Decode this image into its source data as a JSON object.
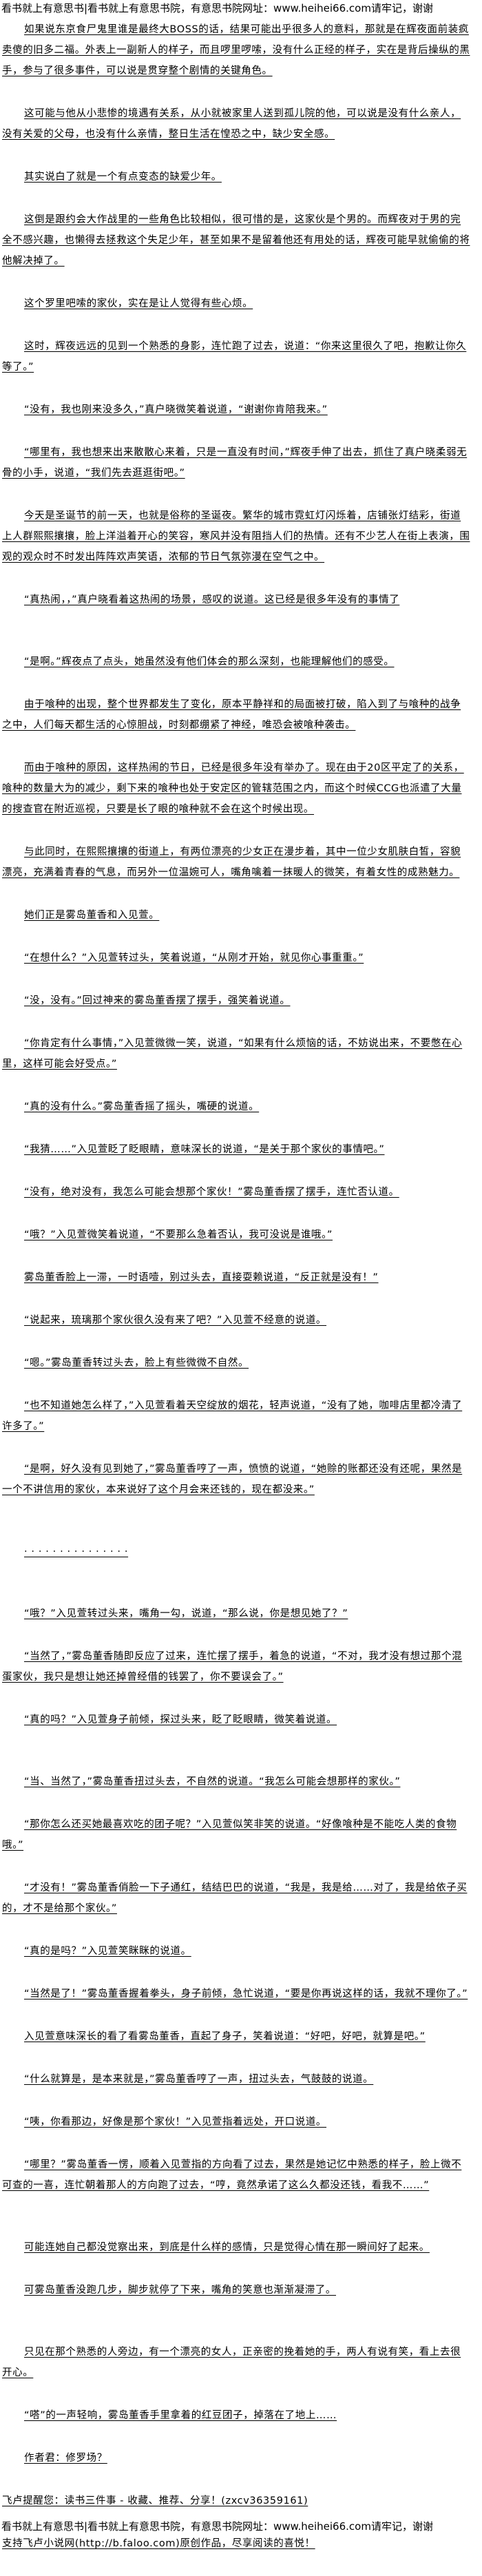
{
  "header": {
    "banner": "看书就上有意思书|看书就上有意思书院，有意思书院网址：www.heihei66.com请牢记，谢谢"
  },
  "paragraphs": [
    "如果说东京食尸鬼里谁是最终大BOSS的话，结果可能出乎很多人的意料，那就是在辉夜面前装疯卖傻的旧多二福。外表上一副新人的样子，而且啰里啰嗦，没有什么正经的样子，实在是背后操纵的黑手，参与了很多事件，可以说是贯穿整个剧情的关键角色。",
    "这可能与他从小悲惨的境遇有关系，从小就被家里人送到孤儿院的他，可以说是没有什么亲人，没有关爱的父母，也没有什么亲情，整日生活在惶恐之中，缺少安全感。",
    "其实说白了就是一个有点变态的缺爱少年。",
    "这倒是跟约会大作战里的一些角色比较相似，很可惜的是，这家伙是个男的。而辉夜对于男的完全不感兴趣，也懒得去拯救这个失足少年，甚至如果不是留着他还有用处的话，辉夜可能早就偷偷的将他解决掉了。",
    "这个罗里吧嗦的家伙，实在是让人觉得有些心烦。",
    "这时，辉夜远远的见到一个熟悉的身影，连忙跑了过去，说道：“你来这里很久了吧，抱歉让你久等了。”",
    "“没有，我也刚来没多久，”真户晓微笑着说道，“谢谢你肯陪我来。”",
    "“哪里有，我也想来出来散散心来着，只是一直没有时间，”辉夜手伸了出去，抓住了真户晓柔弱无骨的小手，说道，“我们先去逛逛街吧。”",
    "今天是圣诞节的前一天，也就是俗称的圣诞夜。繁华的城市霓虹灯闪烁着，店铺张灯结彩，街道上人群熙熙攘攘，脸上洋溢着开心的笑容，寒风并没有阻挡人们的热情。还有不少艺人在街上表演，围观的观众时不时发出阵阵欢声笑语，浓郁的节日气氛弥漫在空气之中。",
    "“真热闹，，”真户晓看着这热闹的场景，感叹的说道。这已经是很多年没有的事情了",
    "“是啊。”辉夜点了点头，她虽然没有他们体会的那么深刻，也能理解他们的感受。",
    "由于喰种的出现，整个世界都发生了变化，原本平静祥和的局面被打破，陷入到了与喰种的战争之中，人们每天都生活的心惊胆战，时刻都绷紧了神经，唯恐会被喰种袭击。",
    "而由于喰种的原因，这样热闹的节日，已经是很多年没有举办了。现在由于20区平定了的关系，喰种的数量大为的减少，剩下来的喰种也处于安定区的管辖范围之内，而这个时候CCG也派遣了大量的搜查官在附近巡视，只要是长了眼的喰种就不会在这个时候出现。",
    "与此同时，在熙熙攘攘的街道上，有两位漂亮的少女正在漫步着，其中一位少女肌肤白皙，容貌漂亮，充满着青春的气息，而另外一位温婉可人，嘴角噙着一抹暖人的微笑，有着女性的成熟魅力。",
    "她们正是雾岛董香和入见萱。",
    "“在想什么？”入见萱转过头，笑着说道，“从刚才开始，就见你心事重重。”",
    "“没，没有。”回过神来的雾岛董香摆了摆手，强笑着说道。",
    "“你肯定有什么事情，”入见萱微微一笑，说道，“如果有什么烦恼的话，不妨说出来，不要憋在心里，这样可能会好受点。”",
    "“真的没有什么。”雾岛董香摇了摇头，嘴硬的说道。",
    "“我猜……”入见萱眨了眨眼睛，意味深长的说道，“是关于那个家伙的事情吧。”",
    "“没有，绝对没有，我怎么可能会想那个家伙！”雾岛董香摆了摆手，连忙否认道。",
    "“哦？”入见萱微笑着说道，“不要那么急着否认，我可没说是谁哦。”",
    "雾岛董香脸上一滞，一时语噎，别过头去，直接耍赖说道，“反正就是没有！”",
    "“说起来，琉璃那个家伙很久没有来了吧？”入见萱不经意的说道。",
    "“嗯。”雾岛董香转过头去，脸上有些微微不自然。",
    "“也不知道她怎么样了，”入见萱看着天空绽放的烟花，轻声说道，“没有了她，咖啡店里都冷清了许多了。”",
    "“是啊，好久没有见到她了，”雾岛董香哼了一声，愤愤的说道，“她赊的账都还没有还呢，果然是一个不讲信用的家伙，本来说好了这个月会来还钱的，现在都没来。”",
    "· ·  · · · · · · · · · · · · ·",
    "“哦？”入见萱转过头来，嘴角一勾，说道，“那么说，你是想见她了？”",
    "“当然了，”雾岛董香随即反应了过来，连忙摆了摆手，着急的说道，“不对，我才没有想过那个混蛋家伙，我只是想让她还掉曾经借的钱罢了，你不要误会了。”",
    "“真的吗？”入见萱身子前倾，探过头来，眨了眨眼睛，微笑着说道。",
    "“当、当然了，”雾岛董香扭过头去，不自然的说道。“我怎么可能会想那样的家伙。”",
    "“那你怎么还买她最喜欢吃的团子呢？”入见萱似笑非笑的说道。“好像喰种是不能吃人类的食物哦。”",
    "“才没有！”雾岛董香俏脸一下子通红，结结巴巴的说道，“我是，我是给……对了，我是给依子买的，才不是给那个家伙。”",
    "“真的是吗？”入见萱笑眯眯的说道。",
    "“当然是了！”雾岛董香握着拳头，身子前倾，急忙说道，“要是你再说这样的话，我就不理你了。”",
    "入见萱意味深长的看了看雾岛董香，直起了身子，笑着说道：“好吧，好吧，就算是吧。”",
    "“什么就算是，是本来就是，”雾岛董香哼了一声，扭过头去，气鼓鼓的说道。",
    "“咦，你看那边，好像是那个家伙！”入见萱指着远处，开口说道。",
    "“哪里？”雾岛董香一愣，顺着入见萱指的方向看了过去，果然是她记忆中熟悉的样子，脸上微不可查的一喜，连忙朝着那人的方向跑了过去，“哼，竟然承诺了这么久都没还钱，看我不……”",
    "可能连她自己都没觉察出来，到底是什么样的感情，只是觉得心情在那一瞬间好了起来。",
    "可雾岛董香没跑几步，脚步就停了下来，嘴角的笑意也渐渐凝滞了。",
    "只见在那个熟悉的人旁边，有一个漂亮的女人，正亲密的挽着她的手，两人有说有笑，看上去很开心。",
    "“嗒”的一声轻响，雾岛董香手里拿着的红豆团子，掉落在了地上……",
    "作者君：修罗场？"
  ],
  "footer_notes": [
    "飞卢提醒您：读书三件事 - 收藏、推荐、分享！(zxcv36359161)",
    "支持飞卢小说网(http://b.faloo.com)原创作品，尽享阅读的喜悦！"
  ],
  "footer": {
    "banner": "看书就上有意思书|看书就上有意思书院，有意思书院网址：www.heihei66.com请牢记，谢谢"
  }
}
